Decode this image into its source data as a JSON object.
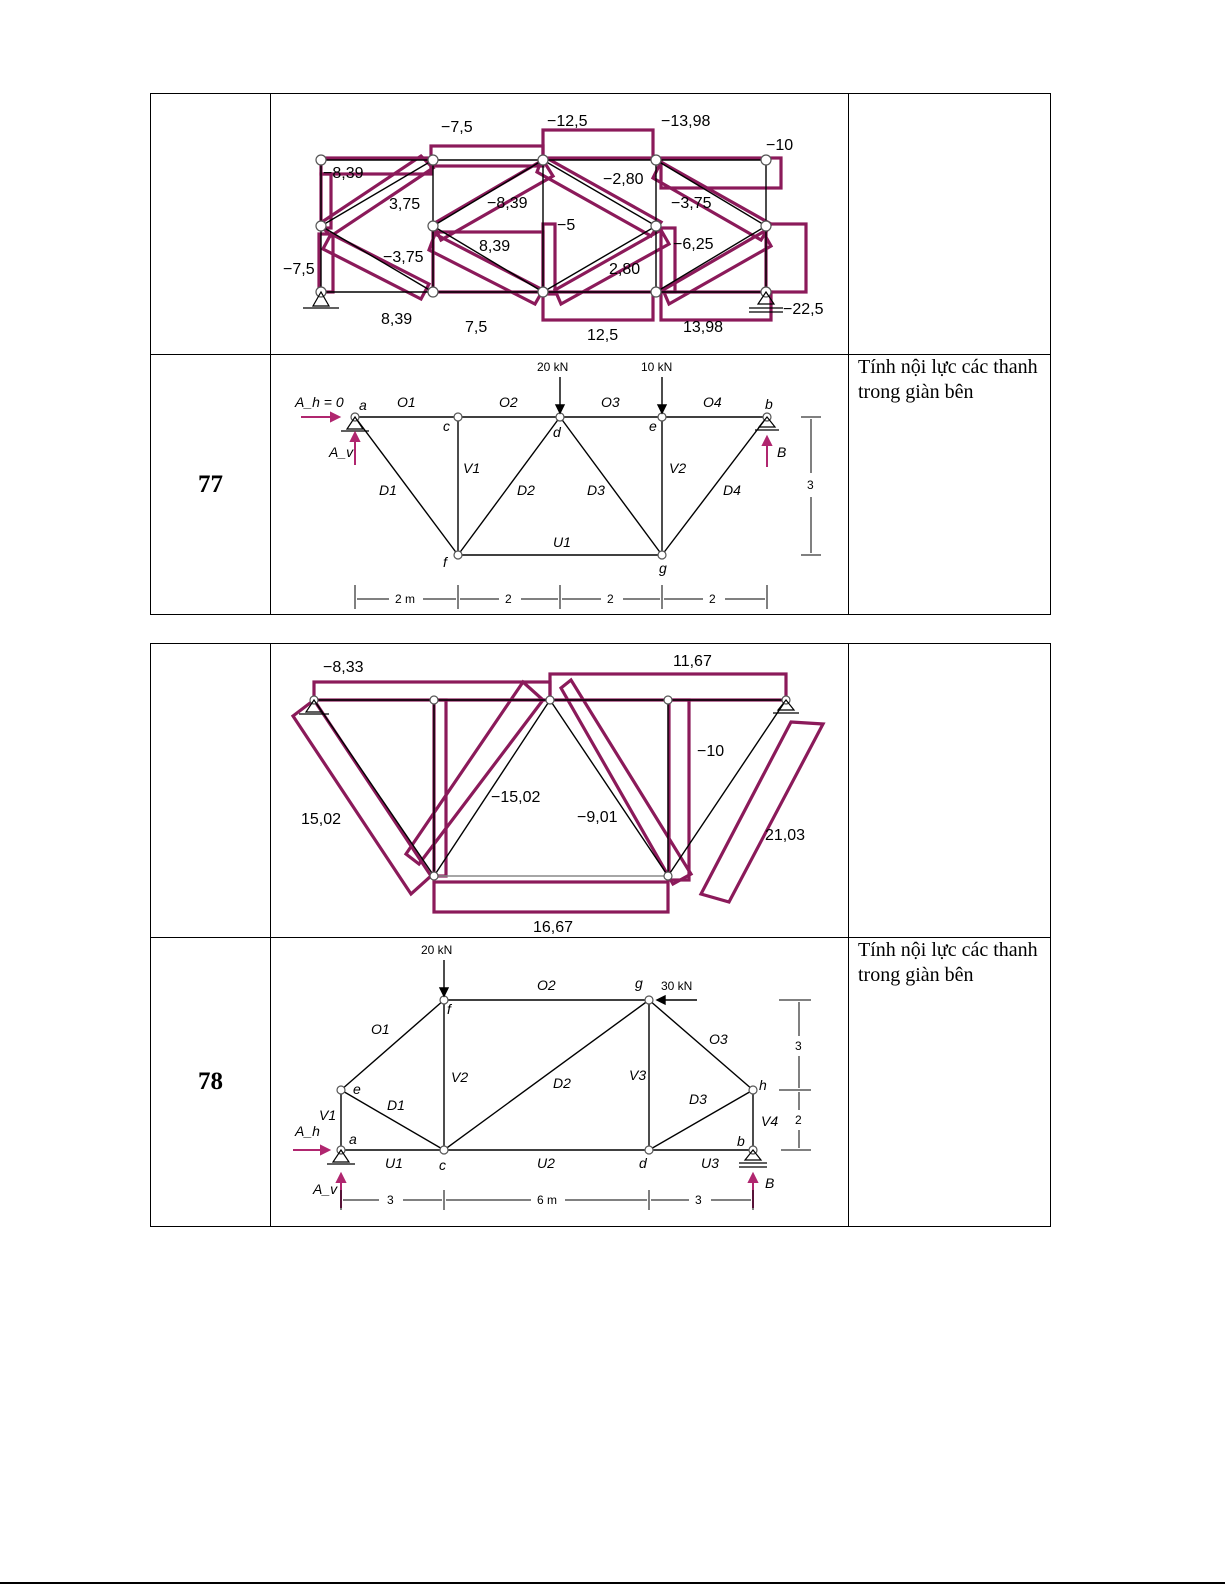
{
  "rows": [
    {
      "number": "",
      "task": ""
    },
    {
      "number": "77",
      "task": "Tính nội lực các thanh trong giàn bên"
    },
    {
      "number": "",
      "task": ""
    },
    {
      "number": "78",
      "task": "Tính nội lực các thanh trong giàn bên"
    }
  ],
  "fig1": {
    "labels": [
      "−7,5",
      "−12,5",
      "−13,98",
      "−10",
      "−8,39",
      "3,75",
      "−8,39",
      "−2,80",
      "−3,75",
      "−5",
      "−7,5",
      "−3,75",
      "8,39",
      "−6,25",
      "2,80",
      "8,39",
      "7,5",
      "12,5",
      "13,98",
      "−22,5"
    ]
  },
  "fig2": {
    "loads": [
      "20 kN",
      "10 kN"
    ],
    "ah": "A_h = 0",
    "av": "A_v",
    "b_reaction": "B",
    "nodes": [
      "a",
      "c",
      "d",
      "e",
      "b",
      "f",
      "g"
    ],
    "members": [
      "O1",
      "O2",
      "O3",
      "O4",
      "V1",
      "V2",
      "D1",
      "D2",
      "D3",
      "D4",
      "U1"
    ],
    "dims": [
      "2 m",
      "2",
      "2",
      "2"
    ],
    "height": "3"
  },
  "fig3": {
    "labels": [
      "−8,33",
      "11,67",
      "−10",
      "−15,02",
      "15,02",
      "−9,01",
      "21,03",
      "16,67"
    ]
  },
  "fig4": {
    "loads": [
      "20 kN",
      "30 kN"
    ],
    "ah": "A_h",
    "av": "A_v",
    "b_reaction": "B",
    "nodes": [
      "f",
      "g",
      "e",
      "h",
      "a",
      "c",
      "d",
      "b"
    ],
    "members": [
      "O1",
      "O2",
      "O3",
      "V1",
      "V2",
      "V3",
      "V4",
      "D1",
      "D2",
      "D3",
      "U1",
      "U2",
      "U3"
    ],
    "dims": [
      "3",
      "6 m",
      "3"
    ],
    "heights": [
      "3",
      "2"
    ]
  },
  "colors": {
    "diagram": "#8b1a5a",
    "arrow": "#b0266f"
  }
}
